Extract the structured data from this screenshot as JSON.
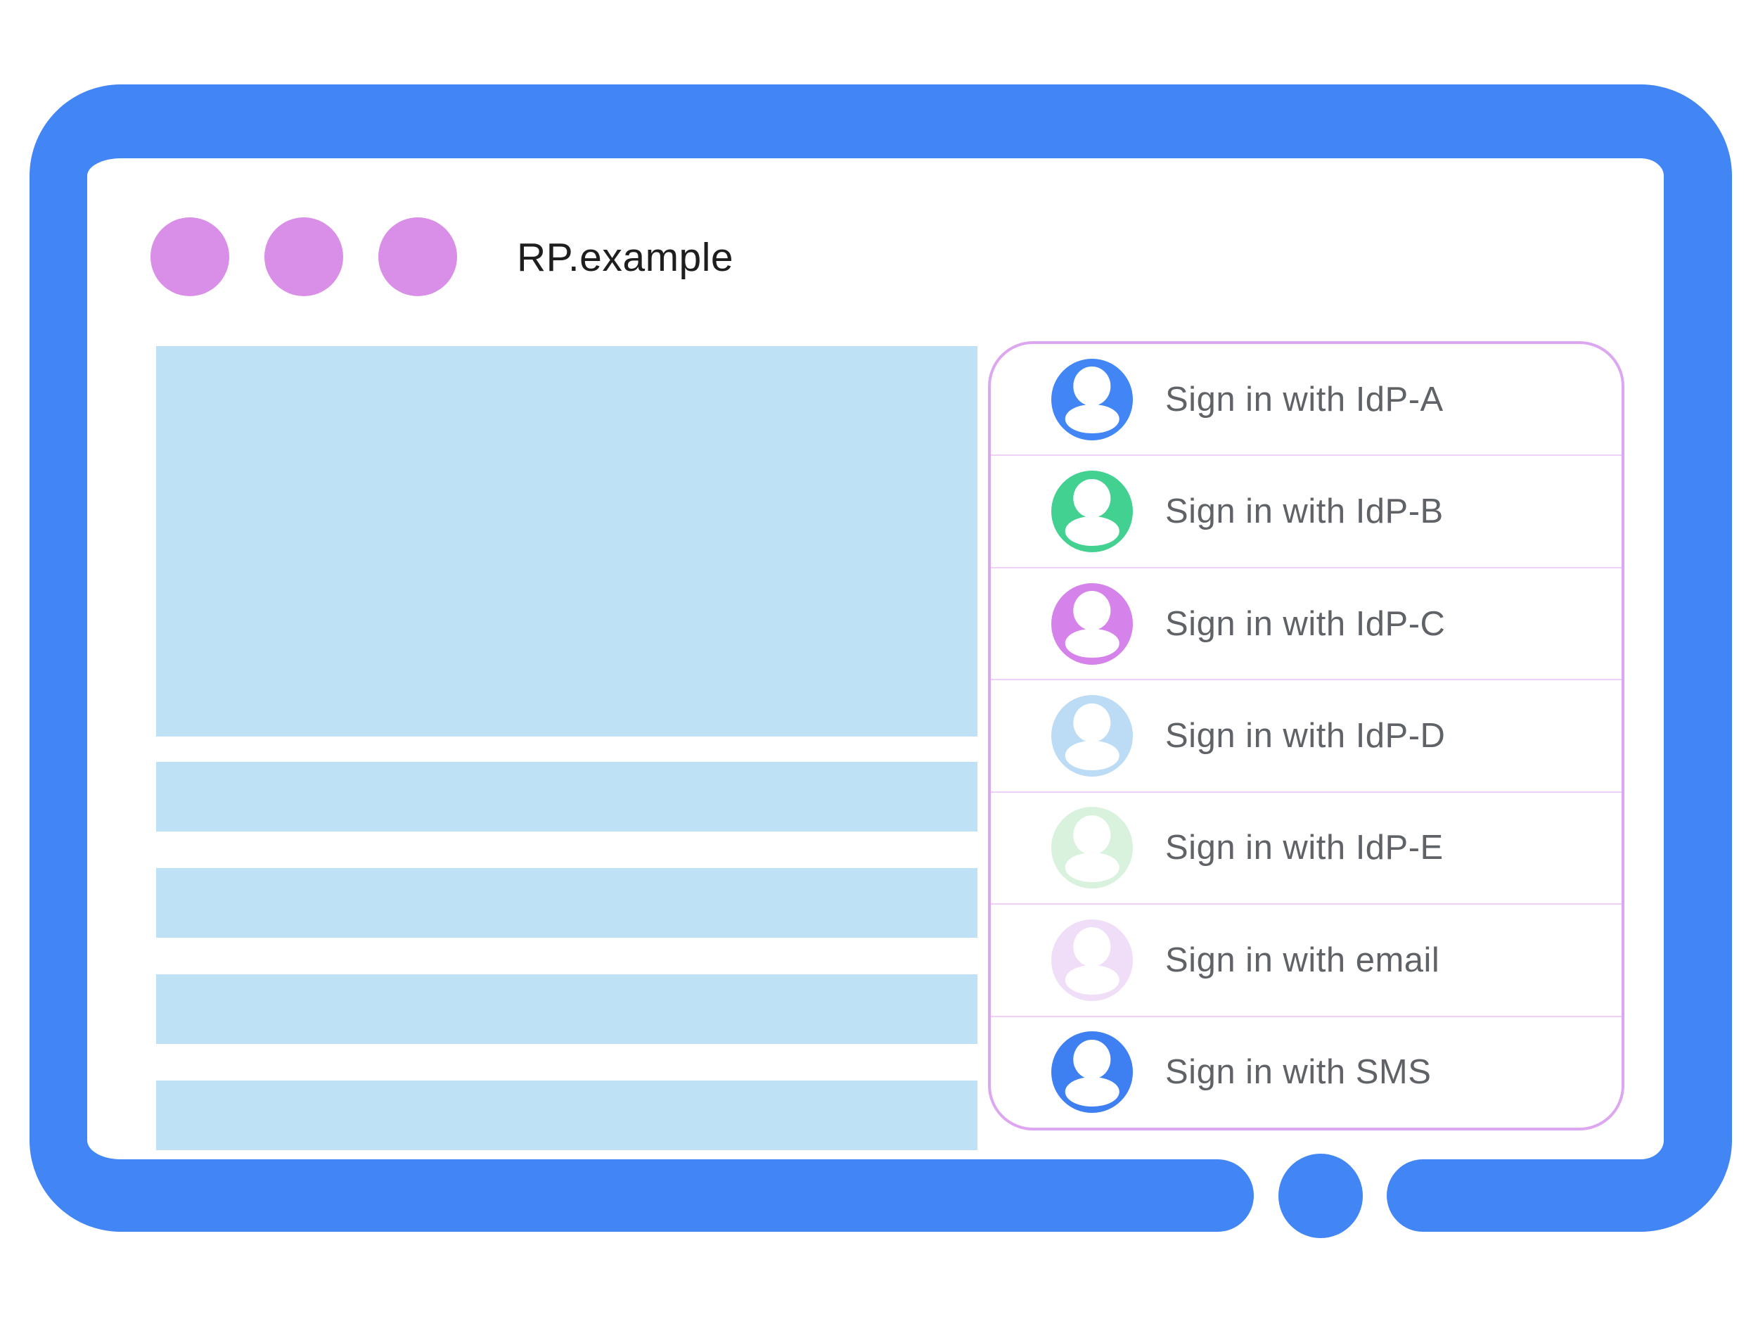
{
  "window": {
    "title": "RP.example",
    "frame_color": "#4285F4",
    "traffic_dots_color": "#D98EE8",
    "title_color": "#1E1E1E"
  },
  "content": {
    "placeholder_color": "#BFE1F6",
    "placeholder_bar_count": 4
  },
  "signin_panel": {
    "border_color": "#DDA6F0",
    "divider_color": "#EFD0F6",
    "label_color": "#5F6368",
    "avatar_icon": "user-avatar-icon",
    "options": [
      {
        "label": "Sign in with IdP-A",
        "avatar_color": "#4285F4"
      },
      {
        "label": "Sign in with IdP-B",
        "avatar_color": "#43D192"
      },
      {
        "label": "Sign in with IdP-C",
        "avatar_color": "#D583EA"
      },
      {
        "label": "Sign in with IdP-D",
        "avatar_color": "#BCDCF5"
      },
      {
        "label": "Sign in with IdP-E",
        "avatar_color": "#D9F2DE"
      },
      {
        "label": "Sign in with email",
        "avatar_color": "#F0DDF7"
      },
      {
        "label": "Sign in with SMS",
        "avatar_color": "#3E7FF1"
      }
    ]
  }
}
